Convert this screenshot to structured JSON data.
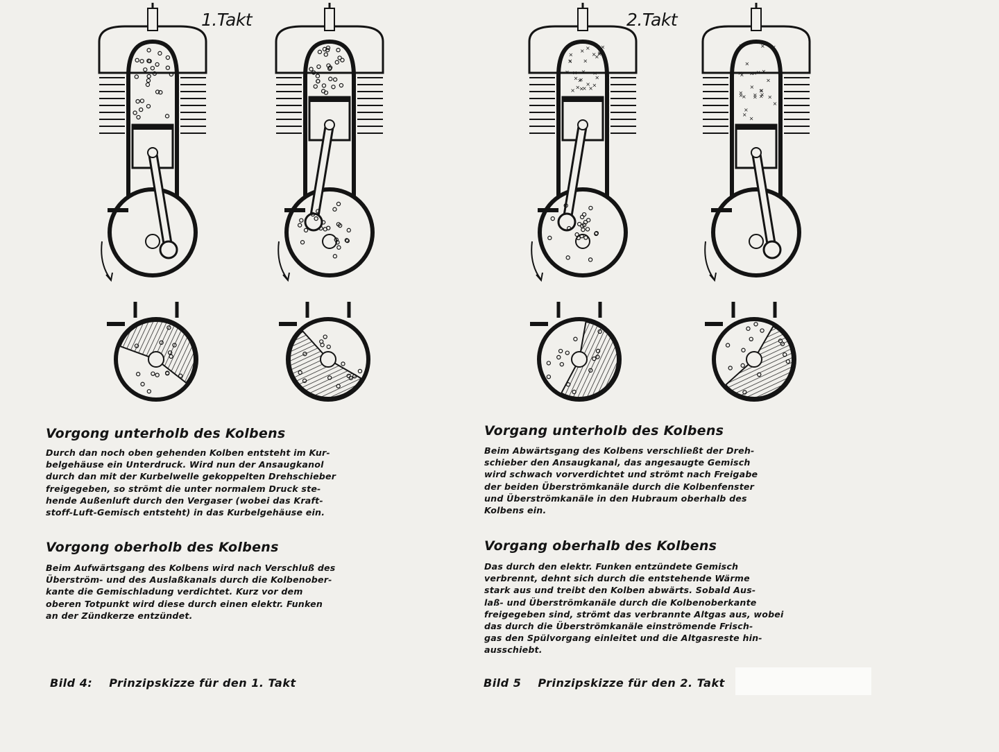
{
  "takt1": {
    "title": "1.Takt",
    "below": {
      "heading": "Vorgong unterholb des Kolbens",
      "lines": [
        "Durch dan noch oben gehenden Kolben entsteht im Kur-",
        "belgehäuse ein Unterdruck. Wird nun der Ansaugkanol",
        "durch dan mit der Kurbelwelle gekoppelten Drehschieber",
        "freigegeben, so strömt die unter normalem Druck ste-",
        "hende Außenluft durch den Vergaser (wobei das Kraft-",
        "stoff-Luft-Gemisch entsteht) in das Kurbelgehäuse ein."
      ]
    },
    "above": {
      "heading": "Vorgong oberholb des Kolbens",
      "lines": [
        "Beim Aufwärtsgang des Kolbens wird nach Verschluß des",
        "Überström- und des Auslaßkanals durch die Kolbenober-",
        "kante die Gemischladung verdichtet. Kurz vor dem",
        "oberen Totpunkt wird diese durch einen elektr. Funken",
        "an der Zündkerze entzündet."
      ]
    },
    "caption": {
      "num": "Bild 4:",
      "text": "Prinzipskizze für den 1. Takt"
    }
  },
  "takt2": {
    "title": "2.Takt",
    "below": {
      "heading": "Vorgang unterholb des Kolbens",
      "lines": [
        "Beim Abwärtsgang des Kolbens verschließt der Dreh-",
        "schieber den Ansaugkanal, das angesaugte Gemisch",
        "wird schwach vorverdichtet und strömt nach Freigabe",
        "der beiden Überströmkanäle durch die Kolbenfenster",
        "und Überströmkanäle in den Hubraum oberhalb des",
        "Kolbens ein."
      ]
    },
    "above": {
      "heading": "Vorgang oberhalb des Kolbens",
      "lines": [
        "Das durch den elektr. Funken entzündete Gemisch",
        "verbrennt, dehnt sich durch die entstehende Wärme",
        "stark aus und treibt den Kolben abwärts. Sobald Aus-",
        "laß- und Überströmkanäle durch die Kolbenoberkante",
        "freigegeben sind, strömt das verbrannte Altgas aus, wobei",
        "das durch die Überströmkanäle einströmende Frisch-",
        "gas den Spülvorgang einleitet und die Altgasreste hin-",
        "ausschiebt."
      ]
    },
    "caption": {
      "num": "Bild 5",
      "text": "Prinzipskizze für den 2. Takt"
    }
  },
  "colors": {
    "ink": "#141414",
    "paper": "#f1f0ec"
  }
}
